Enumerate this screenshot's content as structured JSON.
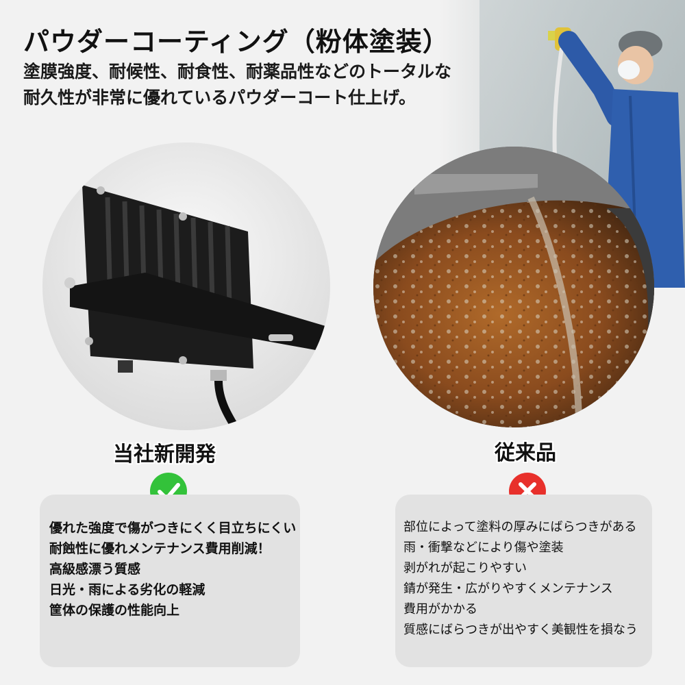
{
  "header": {
    "title": "パウダーコーティング（粉体塗装）",
    "desc_line1": "塗膜強度、耐候性、耐食性、耐薬品性などのトータルな",
    "desc_line2": "耐久性が非常に優れているパウダーコート仕上げ。"
  },
  "left": {
    "label": "当社新開発",
    "icon": "check-icon",
    "items": [
      "優れた強度で傷がつきにくく目立ちにくい",
      "耐蝕性に優れメンテナンス費用削減！",
      "高級感漂う質感",
      "日光・雨による劣化の軽減",
      "筐体の保護の性能向上"
    ]
  },
  "right": {
    "label": "従来品",
    "icon": "cross-icon",
    "items": [
      "部位によって塗料の厚みにばらつきがある",
      "雨・衝撃などにより傷や塗装",
      "剥がれが起こりやすい",
      "錆が発生・広がりやすくメンテナンス",
      "費用がかかる",
      "質感にばらつきが出やすく美観性を損なう"
    ]
  },
  "colors": {
    "check_green": "#33c23a",
    "cross_red": "#e8302b",
    "card_bg": "#e2e2e2"
  }
}
